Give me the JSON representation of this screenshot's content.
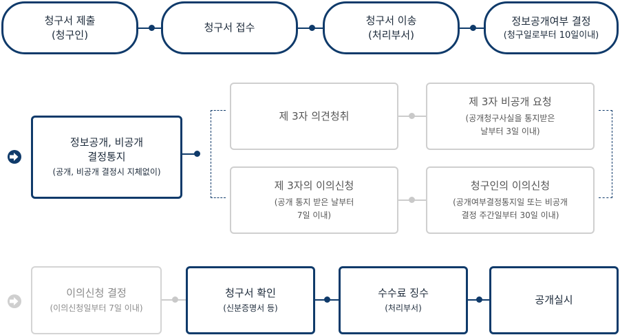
{
  "row1": [
    {
      "title": "청구서 제출",
      "sub": "(청구인)"
    },
    {
      "title": "청구서 접수",
      "sub": ""
    },
    {
      "title": "청구서 이송",
      "sub": "(처리부서)"
    },
    {
      "title": "정보공개여부 결정",
      "sub": "(청구일로부터 10일이내)"
    }
  ],
  "notice": {
    "line1": "정보공개, 비공개",
    "line2": "결정통지",
    "sub": "(공개, 비공개 결정시 지체없이)"
  },
  "opinion": {
    "title": "제 3자 의견청취"
  },
  "third_objection": {
    "title": "제 3자의 이의신청",
    "sub1": "(공개 통지 받은 날부터",
    "sub2": "7일 이내)"
  },
  "nondisclosure_request": {
    "title": "제 3자 비공개 요청",
    "sub1": "(공개청구사실을 통지받은",
    "sub2": "날부터 3일 이내)"
  },
  "requester_objection": {
    "title": "청구인의 이의신청",
    "sub1": "(공개여부결정통지일 또는 비공개",
    "sub2": "결정 주간일부터 30일 이내)"
  },
  "row3": [
    {
      "title": "이의신청 결정",
      "sub": "(이의신청일부터 7일 이내)"
    },
    {
      "title": "청구서 확인",
      "sub": "(신분증명서 등)"
    },
    {
      "title": "수수료 징수",
      "sub": "(처리부서)"
    },
    {
      "title": "공개실시",
      "sub": ""
    }
  ],
  "colors": {
    "navy": "#0f3a6a",
    "grey": "#cccccc"
  }
}
